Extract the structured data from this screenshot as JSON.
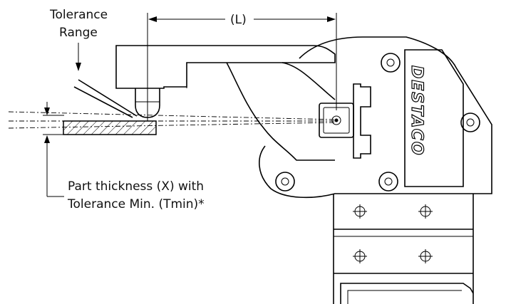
{
  "labels": {
    "tolerance_line1": "Tolerance",
    "tolerance_line2": "Range",
    "length": "(L)",
    "part_line1": "Part thickness (X) with",
    "part_line2": "Tolerance Min. (Tmin)*",
    "brand": "DESTACO"
  }
}
